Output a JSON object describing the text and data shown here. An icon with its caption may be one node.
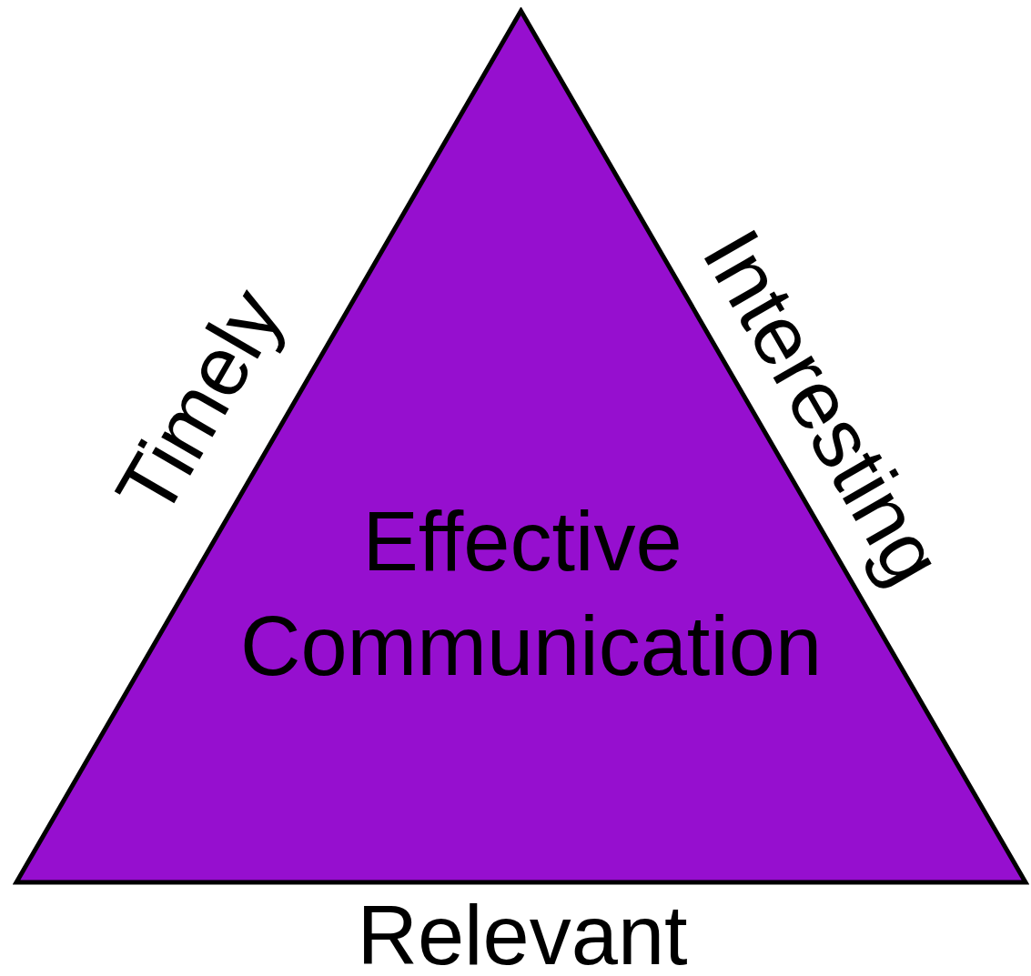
{
  "diagram": {
    "nodes": [
      {
        "text": [
          "Effective Communication"
        ]
      }
    ],
    "labels": [
      "Timely",
      "Interesting",
      "Relevant"
    ]
  }
}
